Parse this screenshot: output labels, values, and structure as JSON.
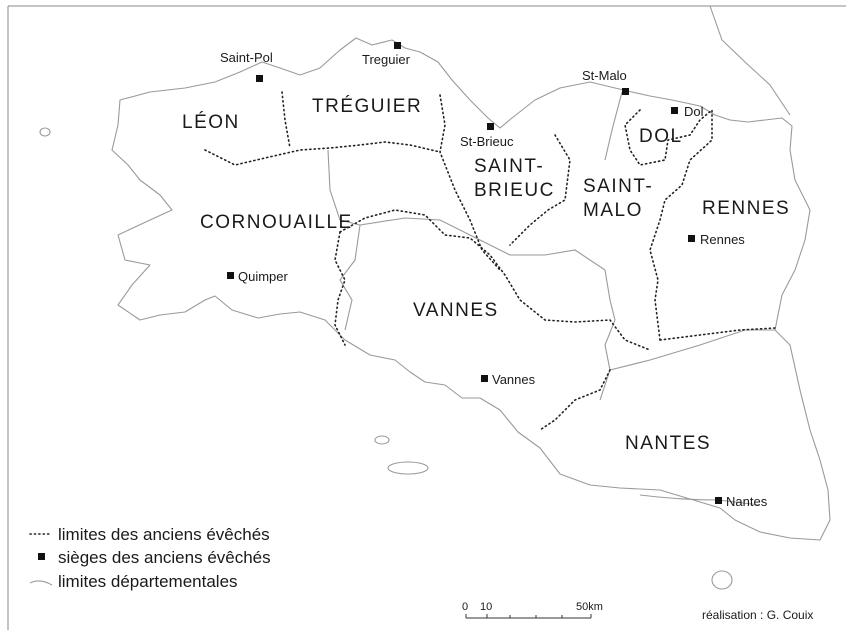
{
  "regions": {
    "leon": "LÉON",
    "treguier": "TRÉGUIER",
    "saint_brieuc_1": "SAINT-",
    "saint_brieuc_2": "BRIEUC",
    "saint_malo_1": "SAINT-",
    "saint_malo_2": "MALO",
    "dol": "DOL",
    "rennes": "RENNES",
    "cornouaille": "CORNOUAILLE",
    "vannes": "VANNES",
    "nantes": "NANTES"
  },
  "cities": {
    "saint_pol": "Saint-Pol",
    "treguier": "Treguier",
    "st_malo": "St-Malo",
    "dol": "Dol",
    "st_brieuc": "St-Brieuc",
    "rennes": "Rennes",
    "quimper": "Quimper",
    "vannes": "Vannes",
    "nantes": "Nantes"
  },
  "legend": {
    "eveches_limits": "limites des anciens évêchés",
    "eveches_seats": "sièges des anciens évêchés",
    "dept_limits": "limites départementales"
  },
  "scale": {
    "zero": "0",
    "ten": "10",
    "fifty": "50km"
  },
  "credit": "réalisation : G. Couix"
}
